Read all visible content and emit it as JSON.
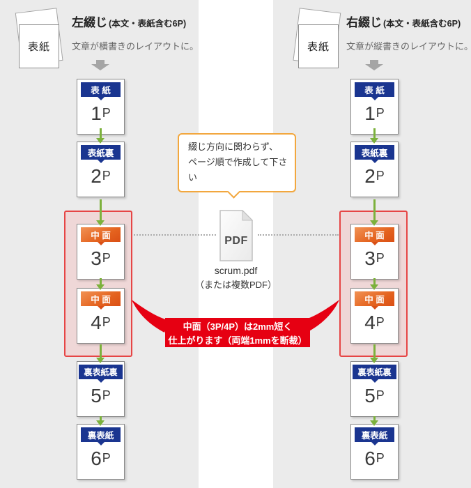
{
  "columns": [
    {
      "side": "left",
      "booklet_label": "表紙",
      "title": "左綴じ",
      "title_sub": "(本文・表紙含む6P)",
      "description": "文章が横書きのレイアウトに。",
      "cards": [
        {
          "tag": "表 紙",
          "tag_color": "blue",
          "num": "1",
          "suffix": "P"
        },
        {
          "tag": "表紙裏",
          "tag_color": "blue",
          "num": "2",
          "suffix": "P"
        },
        {
          "tag": "中 面",
          "tag_color": "orange",
          "num": "3",
          "suffix": "P"
        },
        {
          "tag": "中 面",
          "tag_color": "orange",
          "num": "4",
          "suffix": "P"
        },
        {
          "tag": "裏表紙裏",
          "tag_color": "blue",
          "num": "5",
          "suffix": "P"
        },
        {
          "tag": "裏表紙",
          "tag_color": "blue",
          "num": "6",
          "suffix": "P"
        }
      ]
    },
    {
      "side": "right",
      "booklet_label": "表紙",
      "title": "右綴じ",
      "title_sub": "(本文・表紙含む6P)",
      "description": "文章が縦書きのレイアウトに。",
      "cards": [
        {
          "tag": "表 紙",
          "tag_color": "blue",
          "num": "1",
          "suffix": "P"
        },
        {
          "tag": "表紙裏",
          "tag_color": "blue",
          "num": "2",
          "suffix": "P"
        },
        {
          "tag": "中 面",
          "tag_color": "orange",
          "num": "3",
          "suffix": "P"
        },
        {
          "tag": "中 面",
          "tag_color": "orange",
          "num": "4",
          "suffix": "P"
        },
        {
          "tag": "裏表紙裏",
          "tag_color": "blue",
          "num": "5",
          "suffix": "P"
        },
        {
          "tag": "裏表紙",
          "tag_color": "blue",
          "num": "6",
          "suffix": "P"
        }
      ]
    }
  ],
  "center": {
    "callout": {
      "line1": "綴じ方向に関わらず、",
      "line2": "ページ順で作成して下さい"
    },
    "pdf": {
      "icon_label": "PDF",
      "filename": "scrum.pdf",
      "note": "（または複数PDF）"
    },
    "banner": {
      "line1": "中面（3P/4P）は2mm短く",
      "line2": "仕上がります（両端1mmを断裁）"
    }
  },
  "colors": {
    "background": "#ebebeb",
    "strip": "#ffffff",
    "tag_blue": "#1a3590",
    "tag_orange": "#e4631f",
    "arrow_green": "#7cb13c",
    "banner_red": "#e60012",
    "highlight_pink": "#efd7d7",
    "highlight_border": "#e64545",
    "callout_border": "#f2a73e"
  }
}
